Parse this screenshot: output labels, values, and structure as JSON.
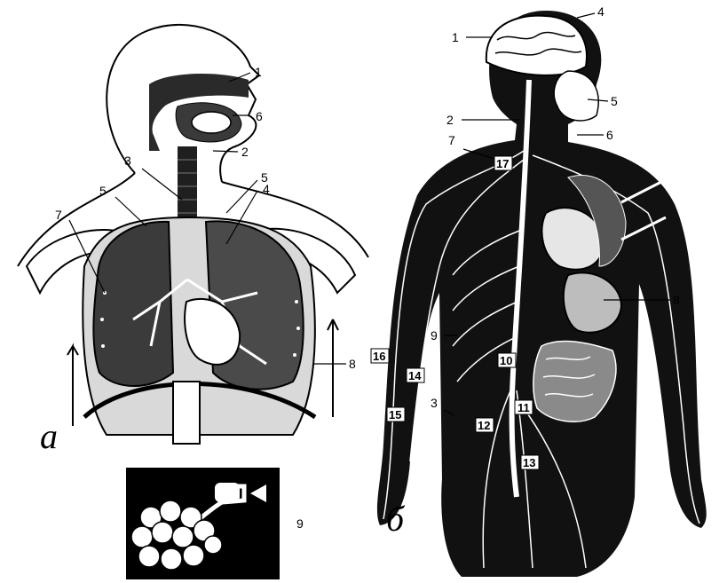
{
  "panels": {
    "a": {
      "letter": "а",
      "labels": [
        "1",
        "2",
        "3",
        "4",
        "5",
        "5",
        "6",
        "7",
        "8"
      ]
    },
    "b": {
      "letter": "б",
      "labels": [
        "1",
        "2",
        "3",
        "4",
        "5",
        "6",
        "7",
        "8",
        "9",
        "10",
        "11",
        "12",
        "13",
        "14",
        "15",
        "16",
        "17"
      ]
    },
    "inset": {
      "label": "9"
    }
  },
  "colors": {
    "ink": "#000000",
    "paper": "#ffffff"
  }
}
